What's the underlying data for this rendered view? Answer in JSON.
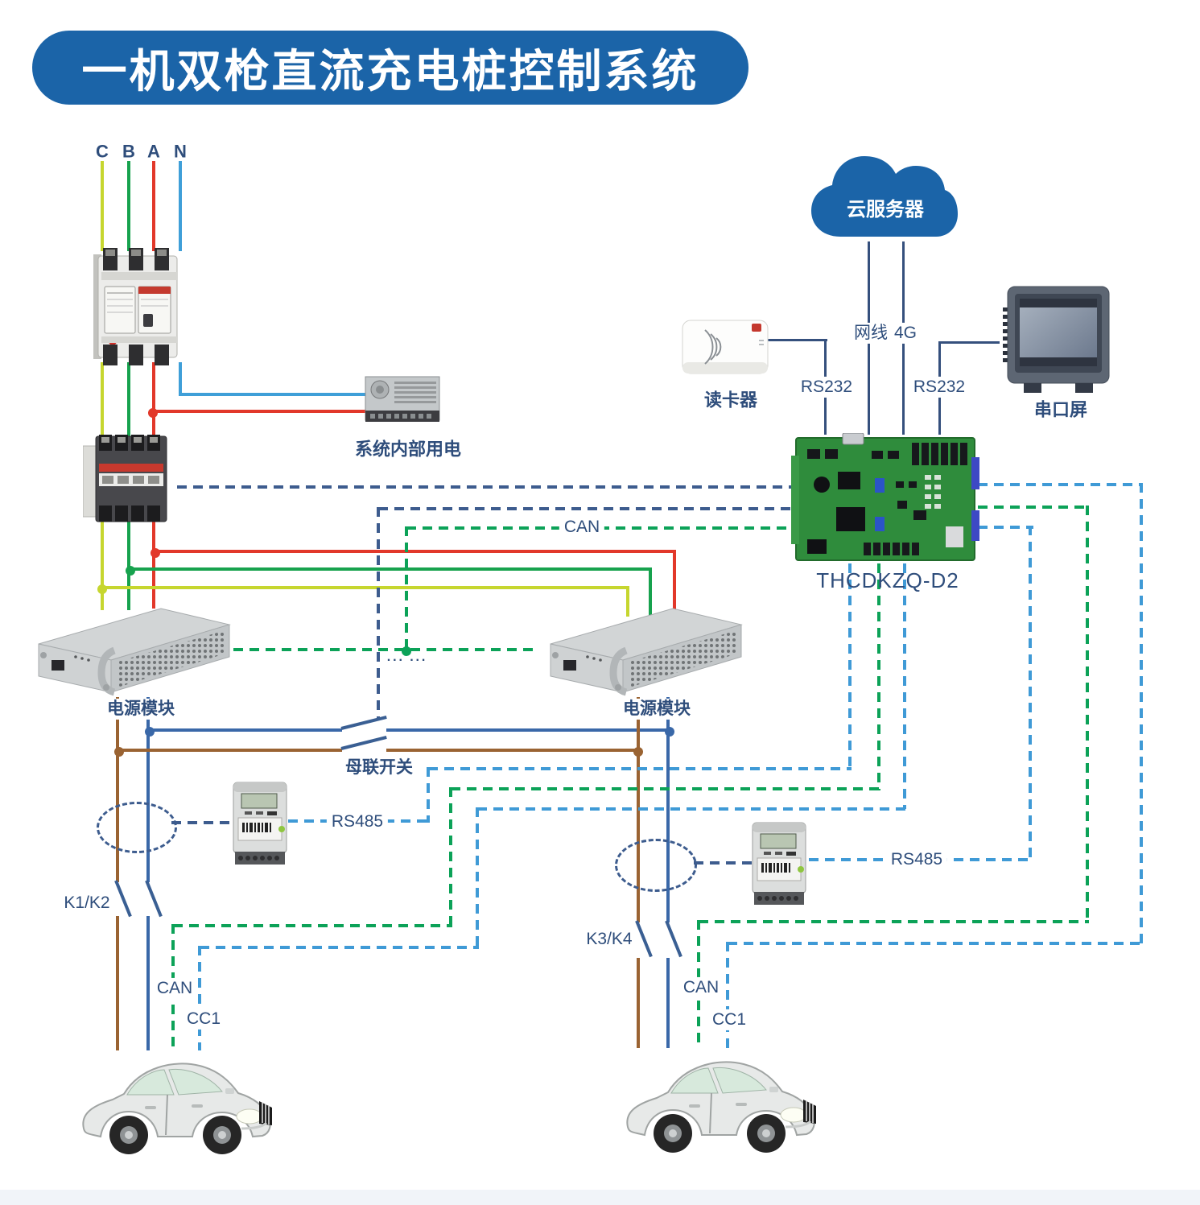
{
  "title": "一机双枪直流充电桩控制系统",
  "phases": [
    {
      "label": "C"
    },
    {
      "label": "B"
    },
    {
      "label": "A"
    },
    {
      "label": "N"
    }
  ],
  "cloud": {
    "label": "云服务器"
  },
  "connections": {
    "ethernet": "网线",
    "cellular": "4G",
    "rs232_reader": "RS232",
    "rs232_screen": "RS232",
    "can_bus": "CAN",
    "rs485_meter1": "RS485",
    "rs485_meter2": "RS485",
    "can_gun1": "CAN",
    "cc1_gun1": "CC1",
    "can_gun2": "CAN",
    "cc1_gun2": "CC1"
  },
  "devices": {
    "internal_power": "系统内部用电",
    "card_reader": "读卡器",
    "serial_screen": "串口屏",
    "controller_model": "THCDKZQ-D2",
    "power_module_1": "电源模块",
    "power_module_2": "电源模块",
    "bus_tie_switch": "母联开关",
    "dc_contactors_gun1": "K1/K2",
    "dc_contactors_gun2": "K3/K4",
    "module_ellipsis": "··· ···"
  },
  "colors": {
    "banner_blue": "#1b64a8",
    "label_navy": "#2e4d7b",
    "conn_navy": "#35507d",
    "phase_c": "#c6d62f",
    "phase_b": "#17a24e",
    "phase_a": "#e2382a",
    "phase_n": "#3f9fd8",
    "dc_blue": "#3a68a8",
    "dc_brown": "#9a6332",
    "switch_blade": "#3a5f93",
    "sig_navy": "#3d5c8e",
    "sig_green": "#0ca258",
    "sig_lblue": "#3f9ad6",
    "pcb_green": "#2f8c3c"
  }
}
